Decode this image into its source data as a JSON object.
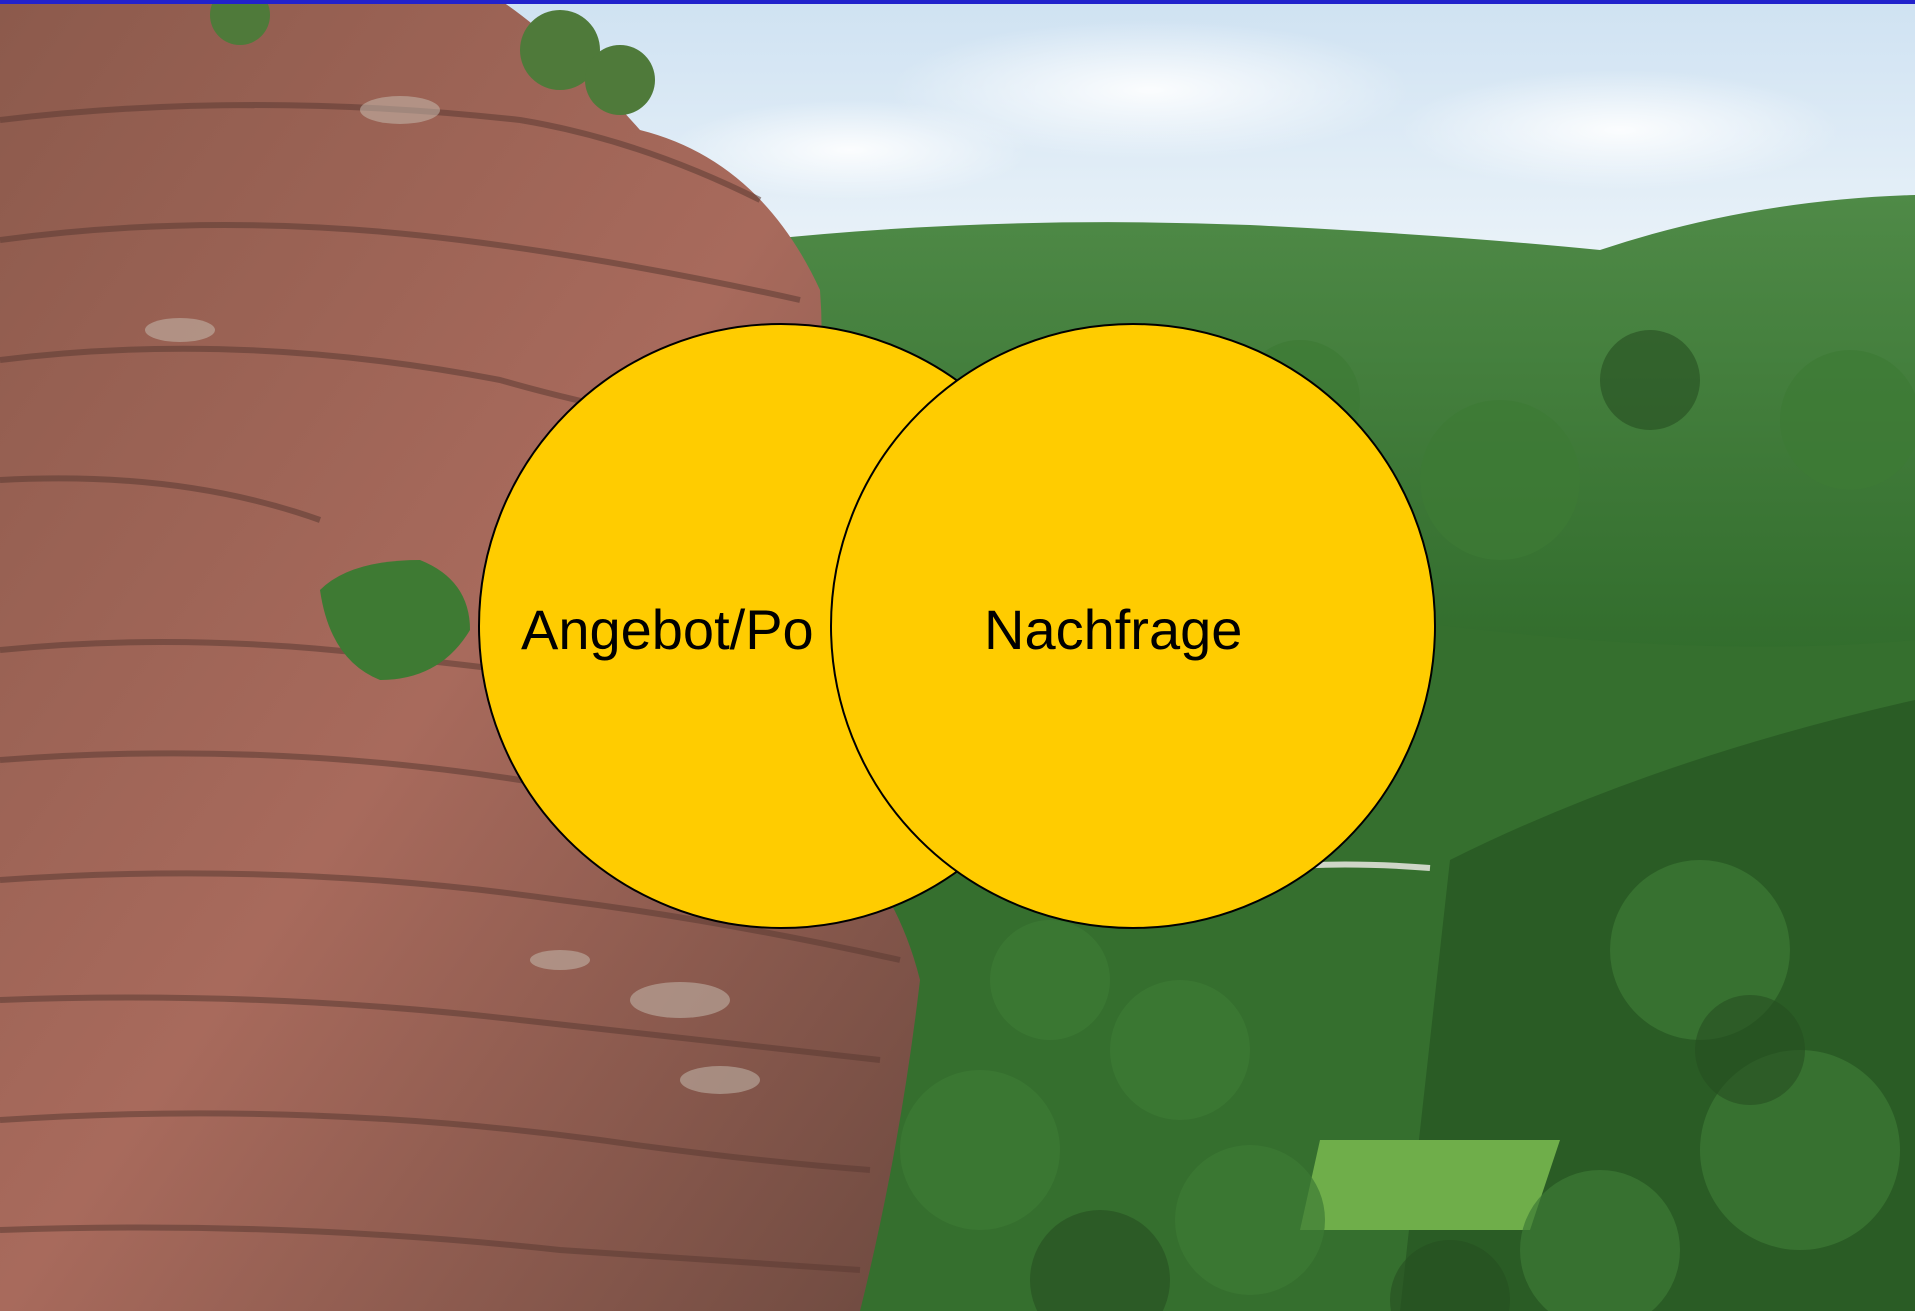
{
  "diagram": {
    "type": "venn",
    "sets": [
      {
        "label": "Angebot/Potenzial",
        "visible_label": "Angebot/Po"
      },
      {
        "label": "Nachfrage",
        "visible_label": "Nachfrage"
      }
    ]
  },
  "background": {
    "subject": "sandstone-cliff-and-forested-valley-photo"
  },
  "colors": {
    "circle_fill": "#FFCC00",
    "circle_stroke": "#000000",
    "top_border": "#2222CC",
    "sky": "#DCEBF5",
    "forest": "#3E7A33",
    "rock": "#9A5E50"
  }
}
